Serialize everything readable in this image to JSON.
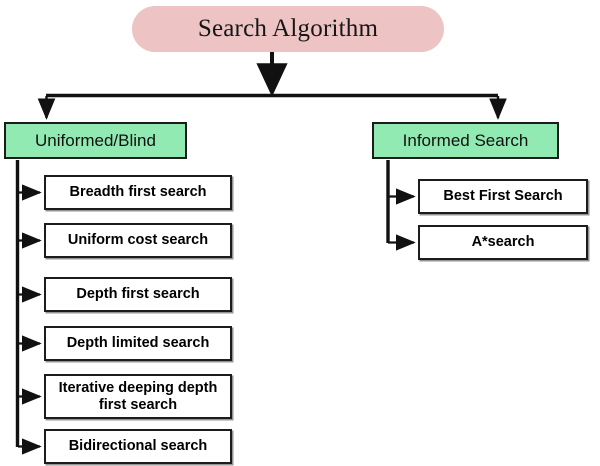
{
  "diagram": {
    "type": "tree-flowchart",
    "title": "Search Algorithm",
    "root": {
      "label": "Search Algorithm",
      "shape": "rounded-rectangle",
      "fill": "#edc3c3"
    },
    "branches": [
      {
        "label": "Uniformed/Blind",
        "shape": "rectangle",
        "fill": "#90eab2",
        "children": [
          {
            "label": "Breadth first search"
          },
          {
            "label": "Uniform cost search"
          },
          {
            "label": "Depth first search"
          },
          {
            "label": "Depth limited search"
          },
          {
            "label": "Iterative deeping depth first search"
          },
          {
            "label": "Bidirectional search"
          }
        ]
      },
      {
        "label": "Informed Search",
        "shape": "rectangle",
        "fill": "#90eab2",
        "children": [
          {
            "label": "Best First Search"
          },
          {
            "label": "A*search"
          }
        ]
      }
    ],
    "colors": {
      "root_fill": "#edc3c3",
      "branch_fill": "#90eab2",
      "leaf_fill": "#ffffff",
      "stroke": "#1c1c1c",
      "background": "#ffffff"
    }
  }
}
